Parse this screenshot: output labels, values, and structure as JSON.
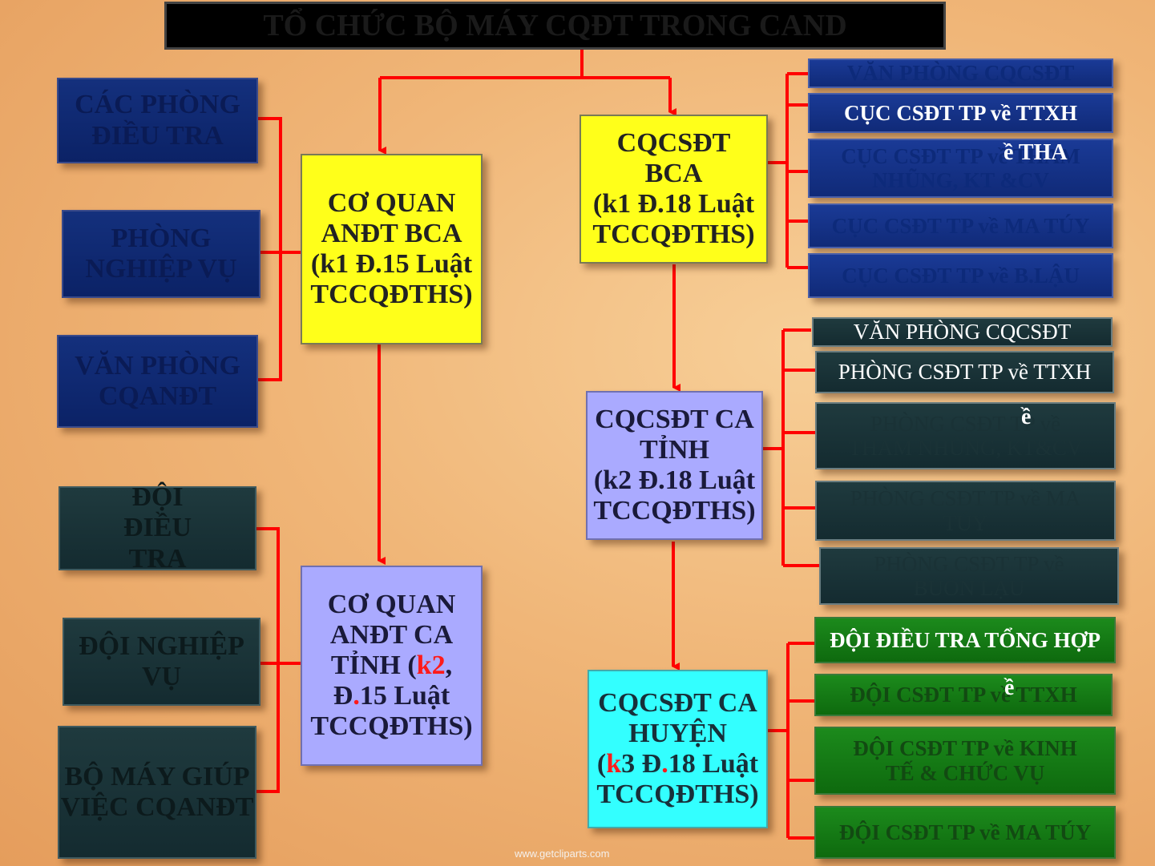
{
  "title": "TỔ CHỨC BỘ MÁY CQĐT TRONG CAND",
  "colors": {
    "connector": "#ff0000",
    "highlight": "#ff1a1a"
  },
  "left": {
    "bca_units": [
      "CÁC PHÒNG ĐIỀU TRA",
      "PHÒNG NGHIỆP VỤ",
      "VĂN PHÒNG CQANĐT"
    ],
    "tinh_units": [
      "ĐỘI ĐIỀU TRA",
      "ĐỘI NGHIỆP VỤ",
      "BỘ MÁY GIÚP VIỆC CQANĐT"
    ]
  },
  "center": {
    "co_quan_andt_bca": [
      "CƠ QUAN",
      "ANĐT BCA",
      "(k1 Đ.15 Luật",
      "TCCQĐTHS)"
    ],
    "co_quan_andt_tinh": {
      "line1": "CƠ QUAN",
      "line2": "ANĐT CA",
      "line3_pre": "TỈNH (",
      "line3_red": "k2",
      "line3_post": ",",
      "line4_pre": "Đ",
      "line4_red": ".",
      "line4_post": "15 Luật",
      "line5": "TCCQĐTHS)"
    },
    "cqcsdt_bca": [
      "CQCSĐT",
      "BCA",
      "(k1 Đ.18 Luật",
      "TCCQĐTHS)"
    ],
    "cqcsdt_tinh": [
      "CQCSĐT CA",
      "TỈNH",
      "(k2 Đ.18 Luật",
      "TCCQĐTHS)"
    ],
    "cqcsdt_huyen": {
      "line1": "CQCSĐT CA",
      "line2": "HUYỆN",
      "line3_pre": "(",
      "line3_red": "k",
      "line3_mid": "3 Đ",
      "line3_red2": ".",
      "line3_post": "18 Luật",
      "line4": "TCCQĐTHS)"
    }
  },
  "right": {
    "bca_units": [
      "VĂN PHÒNG CQCSĐT",
      "CỤC CSĐT TP về TTXH",
      "CỤC CSĐT TP về THAM NHŨNG, KT &CV",
      "CỤC CSĐT TP về MA TÚY",
      "CỤC CSĐT TP về B.LẬU"
    ],
    "bca_overlay": "ề THA",
    "tinh_units": [
      "VĂN PHÒNG CQCSĐT",
      "PHÒNG CSĐT TP về TTXH",
      "PHÒNG CSĐT TP về THAM NHŨNG, KT&CV",
      "PHÒNG CSĐT TP về MA TÚY",
      "PHÒNG CSĐT TP về BUÔN LẬU"
    ],
    "tinh_overlay": "ề",
    "huyen_units": [
      "ĐỘI ĐIỀU TRA TỔNG HỢP",
      "ĐỘI CSĐT TP về TTXH",
      "ĐỘI CSĐT TP về KINH TẾ & CHỨC VỤ",
      "ĐỘI CSĐT TP về MA TÚY"
    ],
    "huyen_overlay": "ề"
  },
  "watermark": "www.getcliparts.com"
}
